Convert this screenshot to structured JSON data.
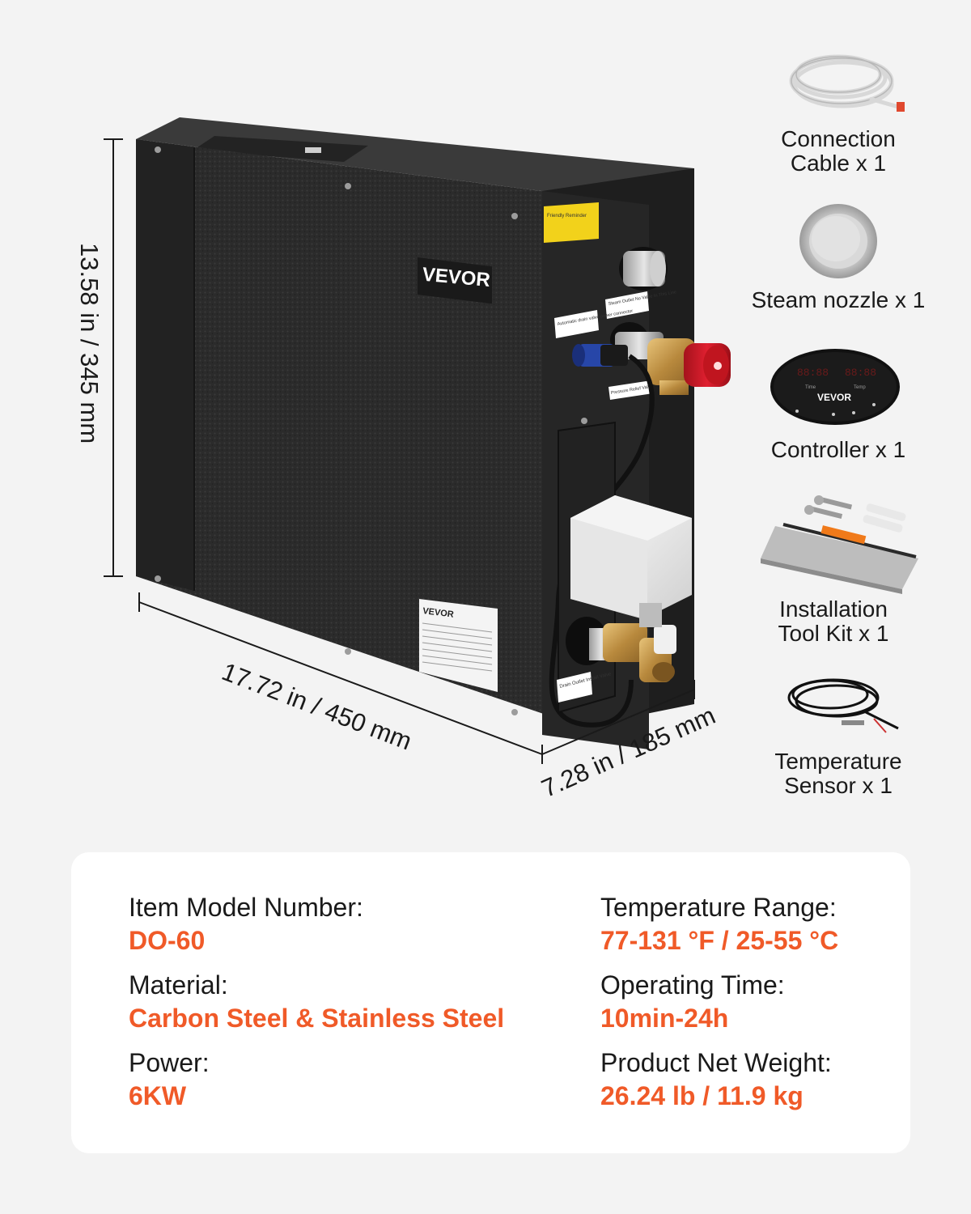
{
  "product": {
    "brand_front": "VEVOR",
    "brand_label": "VEVOR",
    "warning_label": "Friendly Reminder",
    "port_labels": {
      "steam_outlet": "Steam Outlet No Valve In This Line",
      "auto_drain": "Automatic drain valve power connector",
      "pressure_relief": "Pressure Relief Valve",
      "drain_outlet": "Drain Outlet Install Valve"
    }
  },
  "dimensions": {
    "height": "13.58 in / 345 mm",
    "width": "17.72 in / 450 mm",
    "depth": "7.28 in / 185 mm"
  },
  "accessories": [
    {
      "label": "Connection\nCable x 1",
      "icon": "cable-coil-icon"
    },
    {
      "label": "Steam nozzle x 1",
      "icon": "steam-nozzle-icon"
    },
    {
      "label": "Controller x 1",
      "icon": "controller-icon"
    },
    {
      "label": "Installation\nTool Kit x 1",
      "icon": "tool-kit-icon"
    },
    {
      "label": "Temperature\nSensor x 1",
      "icon": "sensor-cable-icon"
    }
  ],
  "controller": {
    "brand": "VEVOR",
    "readout_left": "88:88",
    "readout_right": "88:88",
    "time_label": "Time",
    "temp_label": "Temp"
  },
  "specs": {
    "left": [
      {
        "label": "Item Model Number:",
        "value": "DO-60"
      },
      {
        "label": "Material:",
        "value": "Carbon Steel & Stainless Steel"
      },
      {
        "label": "Power:",
        "value": "6KW"
      }
    ],
    "right": [
      {
        "label": "Temperature Range:",
        "value": "77-131 °F / 25-55 °C"
      },
      {
        "label": "Operating Time:",
        "value": "10min-24h"
      },
      {
        "label": "Product Net Weight:",
        "value": "26.24 lb / 11.9 kg"
      }
    ]
  },
  "colors": {
    "accent": "#f05a28",
    "cabinet": "#2a2a2a",
    "card": "#ffffff",
    "background": "#f3f3f3"
  }
}
